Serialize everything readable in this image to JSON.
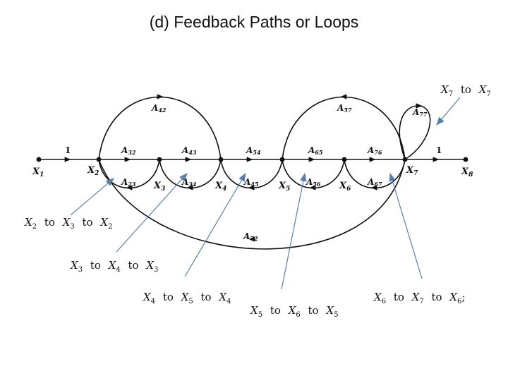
{
  "title": "(d)  Feedback Paths or Loops",
  "nodes": {
    "x1": "X",
    "x1_sub": "1",
    "x2": "X",
    "x2_sub": "2",
    "x3": "X",
    "x3_sub": "3",
    "x4": "X",
    "x4_sub": "4",
    "x5": "X",
    "x5_sub": "5",
    "x6": "X",
    "x6_sub": "6",
    "x7": "X",
    "x7_sub": "7",
    "x8": "X",
    "x8_sub": "8"
  },
  "gains": {
    "g12": "1",
    "g78": "1",
    "a32": "A",
    "a32_sub": "32",
    "a43": "A",
    "a43_sub": "43",
    "a54": "A",
    "a54_sub": "54",
    "a65": "A",
    "a65_sub": "65",
    "a76": "A",
    "a76_sub": "76",
    "a23": "A",
    "a23_sub": "23",
    "a34": "A",
    "a34_sub": "34",
    "a45": "A",
    "a45_sub": "45",
    "a56": "A",
    "a56_sub": "56",
    "a67": "A",
    "a67_sub": "67",
    "a42": "A",
    "a42_sub": "42",
    "a57": "A",
    "a57_sub": "57",
    "a77": "A",
    "a77_sub": "77",
    "a72": "A",
    "a72_sub": "72"
  },
  "loops": {
    "l1": {
      "t": [
        "X",
        "2",
        "to",
        "X",
        "3",
        "to",
        "X",
        "2"
      ]
    },
    "l2": {
      "t": [
        "X",
        "3",
        "to",
        "X",
        "4",
        "to",
        "X",
        "3"
      ]
    },
    "l3": {
      "t": [
        "X",
        "4",
        "to",
        "X",
        "5",
        "to",
        "X",
        "4"
      ]
    },
    "l4": {
      "t": [
        "X",
        "5",
        "to",
        "X",
        "6",
        "to",
        "X",
        "5"
      ]
    },
    "l5": {
      "t": [
        "X",
        "6",
        "to",
        "X",
        "7",
        "to",
        "X",
        "6",
        ";"
      ]
    },
    "l6": {
      "t": [
        "X",
        "7",
        "to",
        "X",
        "7"
      ]
    }
  },
  "colors": {
    "annotation_arrow": "#5b7fa6",
    "graph": "#111111"
  }
}
